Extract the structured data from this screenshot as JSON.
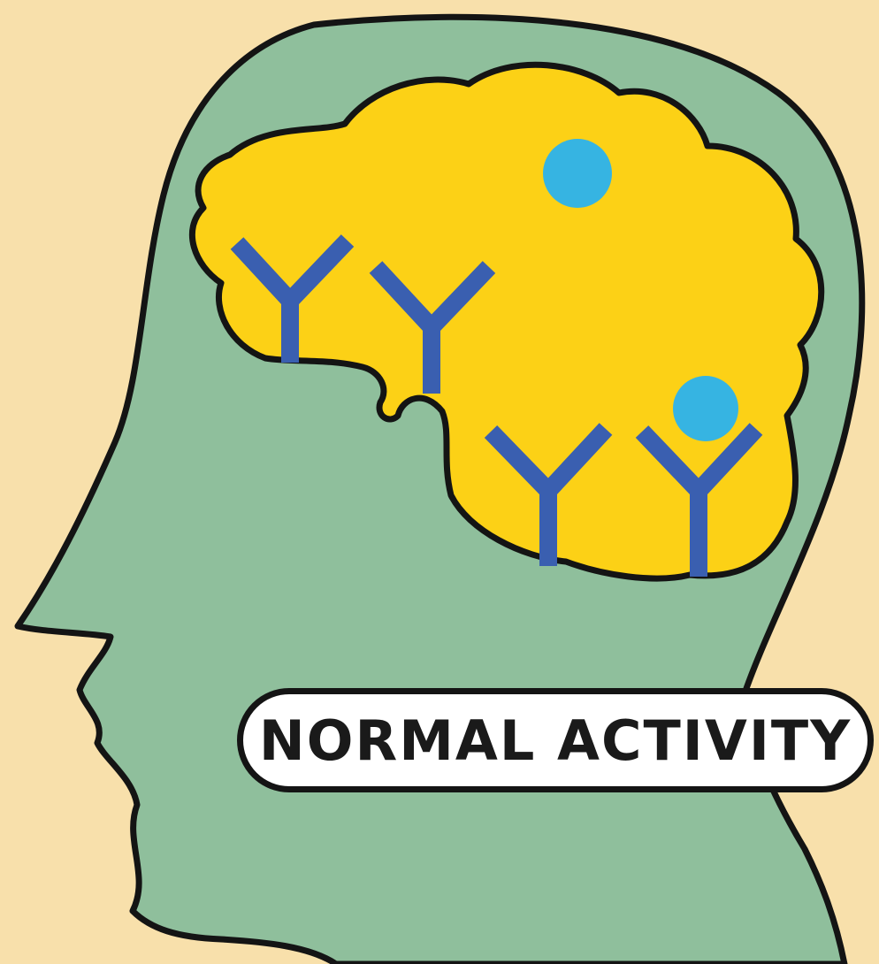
{
  "label": {
    "text": "NORMAL ACTIVITY"
  },
  "colors": {
    "background": "#f8e0ab",
    "head": "#8fbf9c",
    "brain": "#fcd116",
    "receptor": "#3a5fb0",
    "molecule": "#36b4e2",
    "outline": "#141414"
  },
  "receptors": {
    "count": 4,
    "bound_molecules": 1
  },
  "free_molecules": 1
}
